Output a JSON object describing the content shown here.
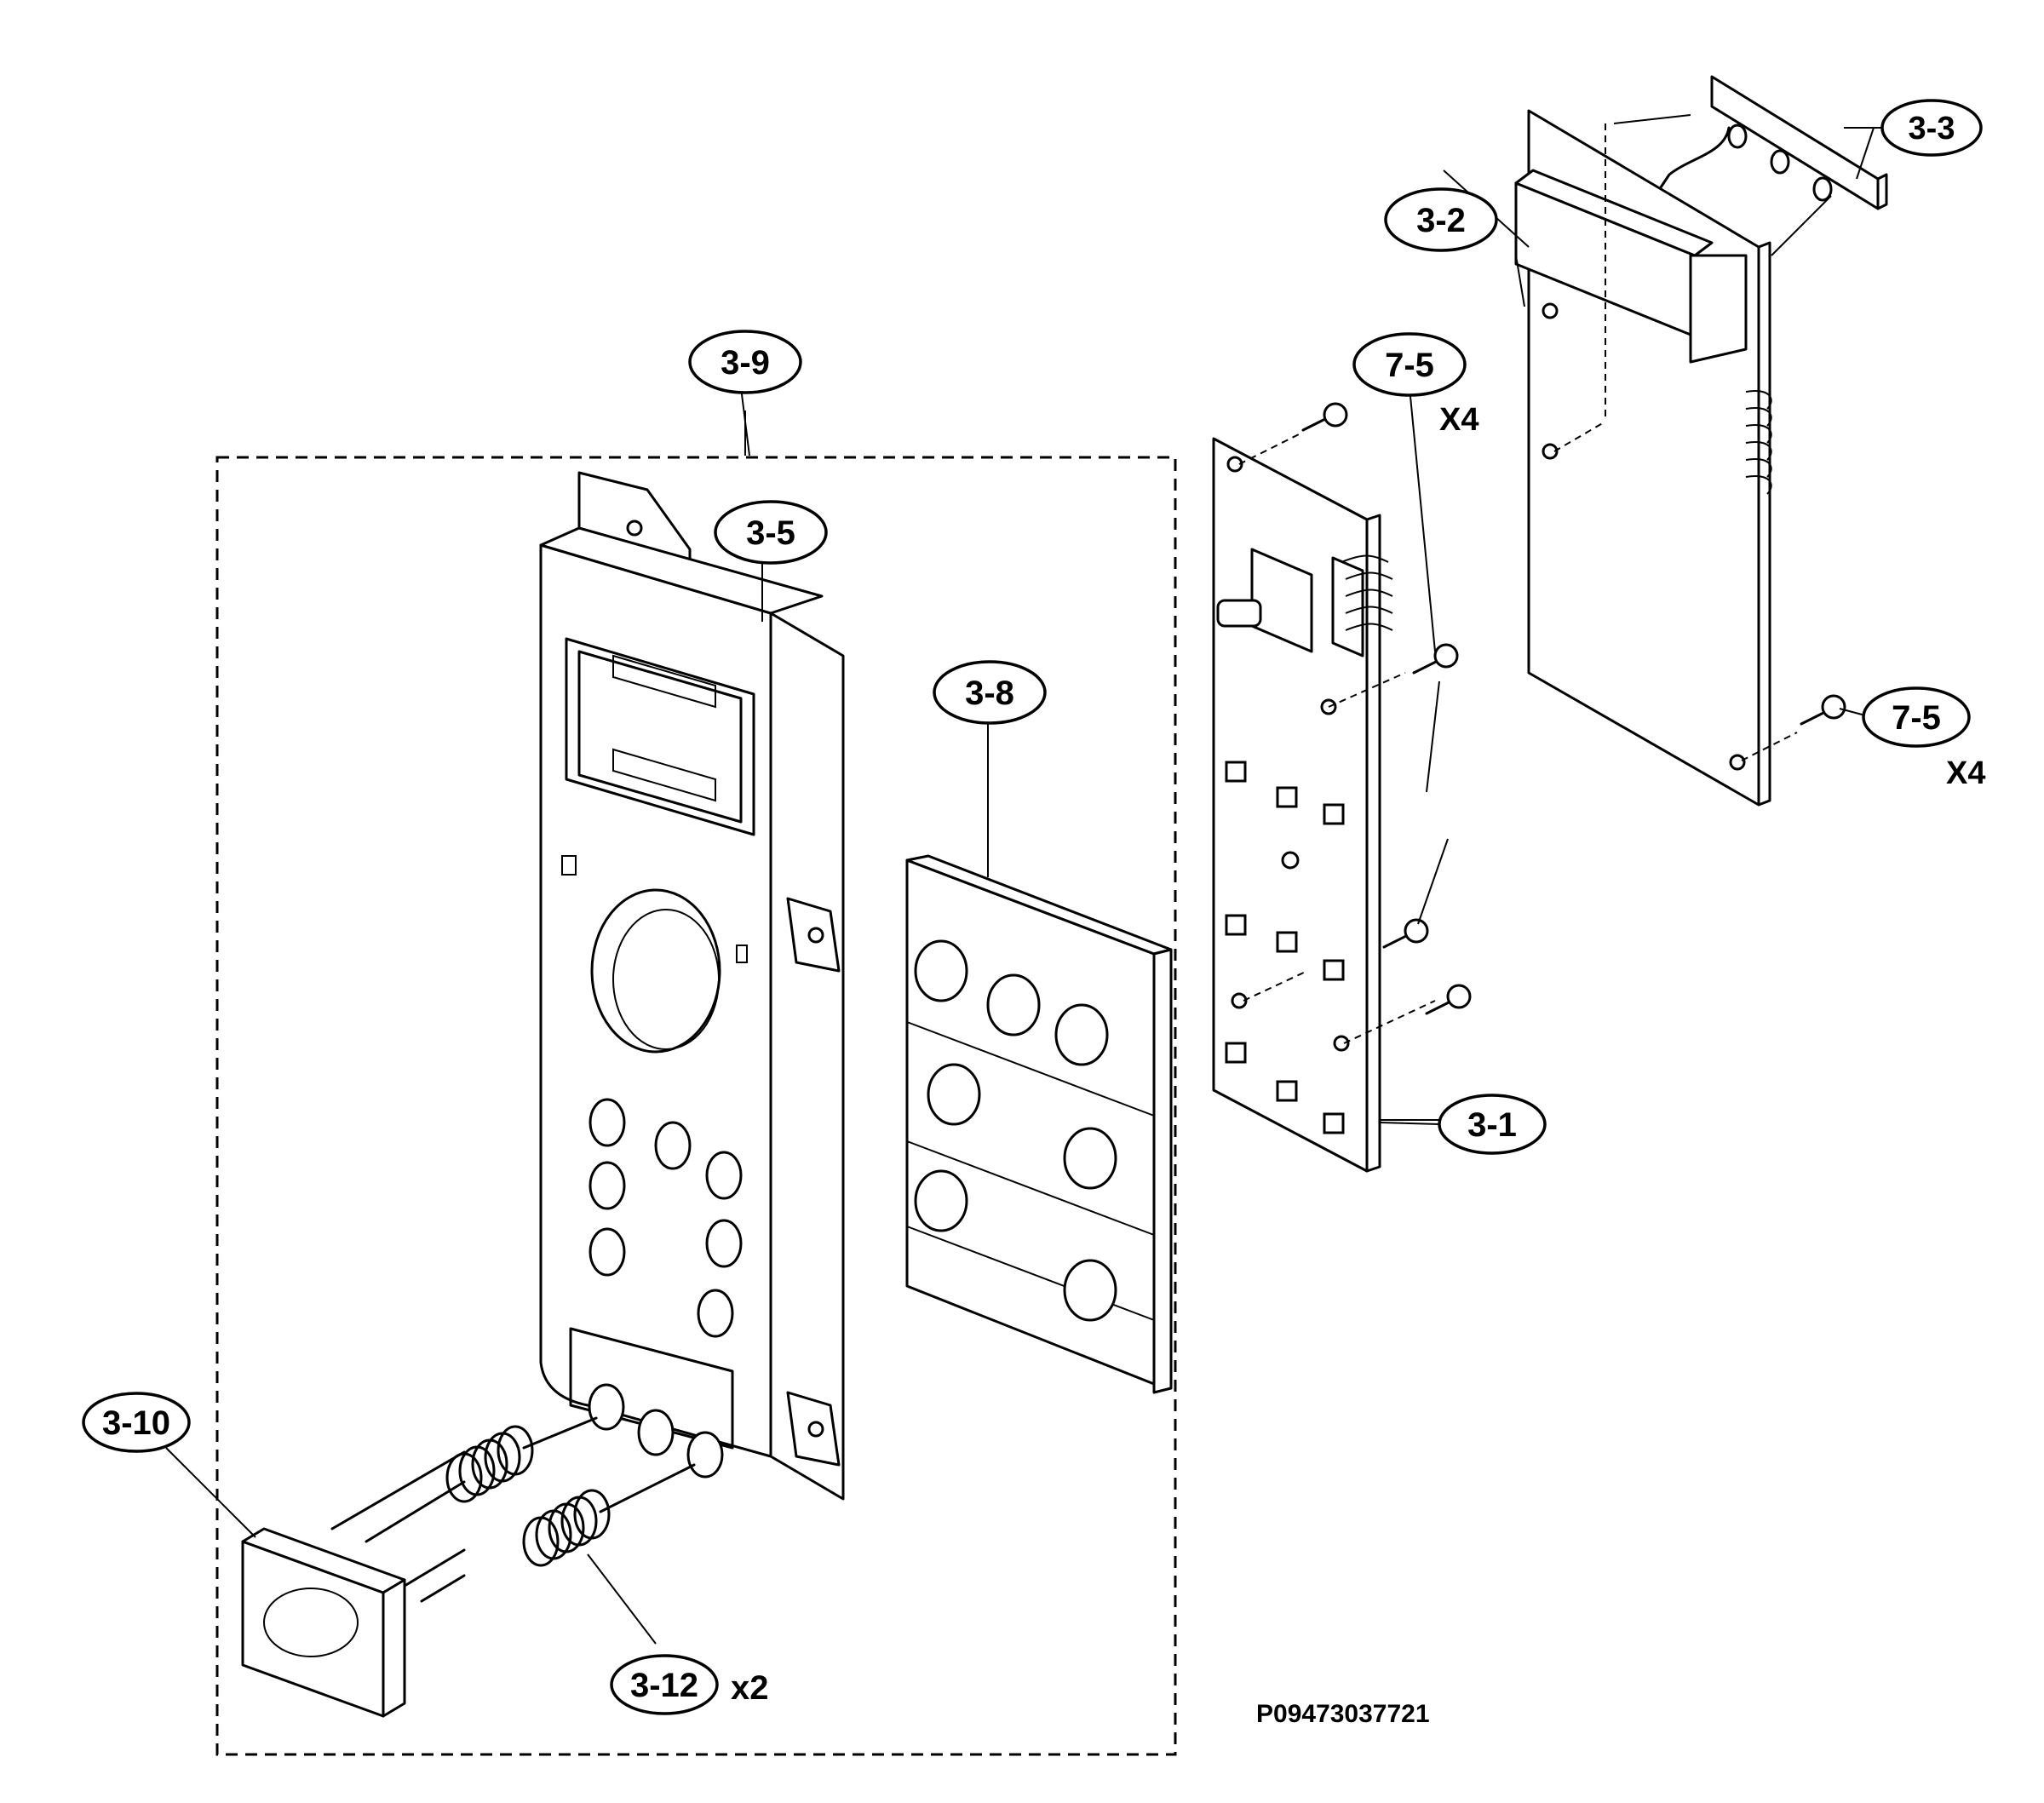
{
  "callouts": {
    "c_3_1": "3-1",
    "c_3_2": "3-2",
    "c_3_3": "3-3",
    "c_3_5": "3-5",
    "c_3_8": "3-8",
    "c_3_9": "3-9",
    "c_3_10": "3-10",
    "c_3_12": "3-12",
    "c_7_5_top": "7-5",
    "c_7_5_right": "7-5"
  },
  "quantities": {
    "q_7_5_top": "X4",
    "q_7_5_right": "X4",
    "q_3_12": "x2"
  },
  "part_number": "P09473037721"
}
